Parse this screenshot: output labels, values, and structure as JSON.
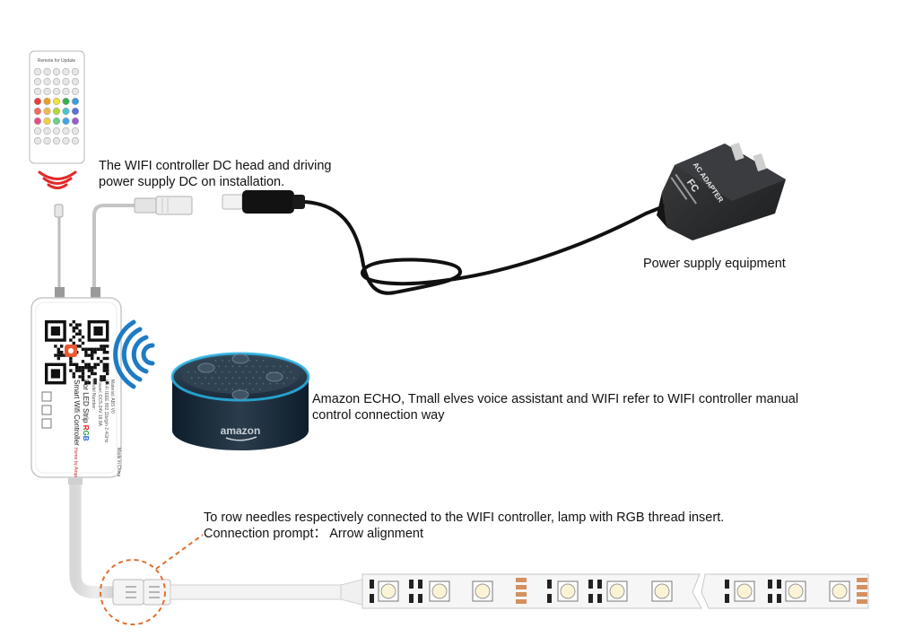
{
  "captions": {
    "dc_head": {
      "line1": "The WIFI controller DC head and driving",
      "line2": "power supply DC on installation."
    },
    "power_supply": "Power supply equipment",
    "echo": {
      "line1": "Amazon ECHO, Tmall elves voice assistant and WIFI refer to WIFI controller manual",
      "line2": "control connection way"
    },
    "connector": {
      "line1": "To row needles respectively connected to the WIFI controller, lamp with RGB thread insert.",
      "line2": "Connection prompt： Arrow alignment"
    }
  },
  "remote": {
    "title": "Remote for Update"
  },
  "controller": {
    "title": "Smart Wifi Controller",
    "subtitle_prefix": "For LED Strip ",
    "rgb_letters": [
      "R",
      "G",
      "B"
    ],
    "model_line": "Model Number: ",
    "power_line": "Power: DC5-24V 18.8A",
    "wifi_line": "Wi-Fi IEEE 802.11b/g/n 2.4GHz",
    "material_line": "Material: ABS V0",
    "made_in": "Made in China",
    "brand": "Home by Amper"
  },
  "adapter": {
    "label": "AC ADAPTER",
    "fcc": "FC"
  },
  "echo_device": {
    "brand": "amazon"
  },
  "colors": {
    "wifi_blue": "#1e7bc4",
    "remote_wave_red": "#e12a2a",
    "callout_orange": "#e07030",
    "echo_ring": "#2ab4e6",
    "adapter_body": "#2a2c2e",
    "cable_black": "#111111",
    "strip_white": "#f6f6f6",
    "pad_copper": "#d49060"
  },
  "remote_button_colors": [
    [
      "#e6e6e6",
      "#e6e6e6",
      "#e6e6e6",
      "#e6e6e6",
      "#e6e6e6"
    ],
    [
      "#e6e6e6",
      "#e6e6e6",
      "#e6e6e6",
      "#e6e6e6",
      "#e6e6e6"
    ],
    [
      "#e6e6e6",
      "#e6e6e6",
      "#e6e6e6",
      "#e6e6e6",
      "#e6e6e6"
    ],
    [
      "#ee3a3a",
      "#e8a020",
      "#efe23a",
      "#35b24a",
      "#3a9be0"
    ],
    [
      "#f26a5a",
      "#f2b84a",
      "#b4d93a",
      "#4ac6c6",
      "#5a70e0"
    ],
    [
      "#e94a8a",
      "#f0d040",
      "#6ad08a",
      "#3aa8e8",
      "#9a5ad0"
    ],
    [
      "#e6e6e6",
      "#e6e6e6",
      "#e6e6e6",
      "#e6e6e6",
      "#e6e6e6"
    ],
    [
      "#e6e6e6",
      "#e6e6e6",
      "#e6e6e6",
      "#e6e6e6",
      "#e6e6e6"
    ]
  ]
}
